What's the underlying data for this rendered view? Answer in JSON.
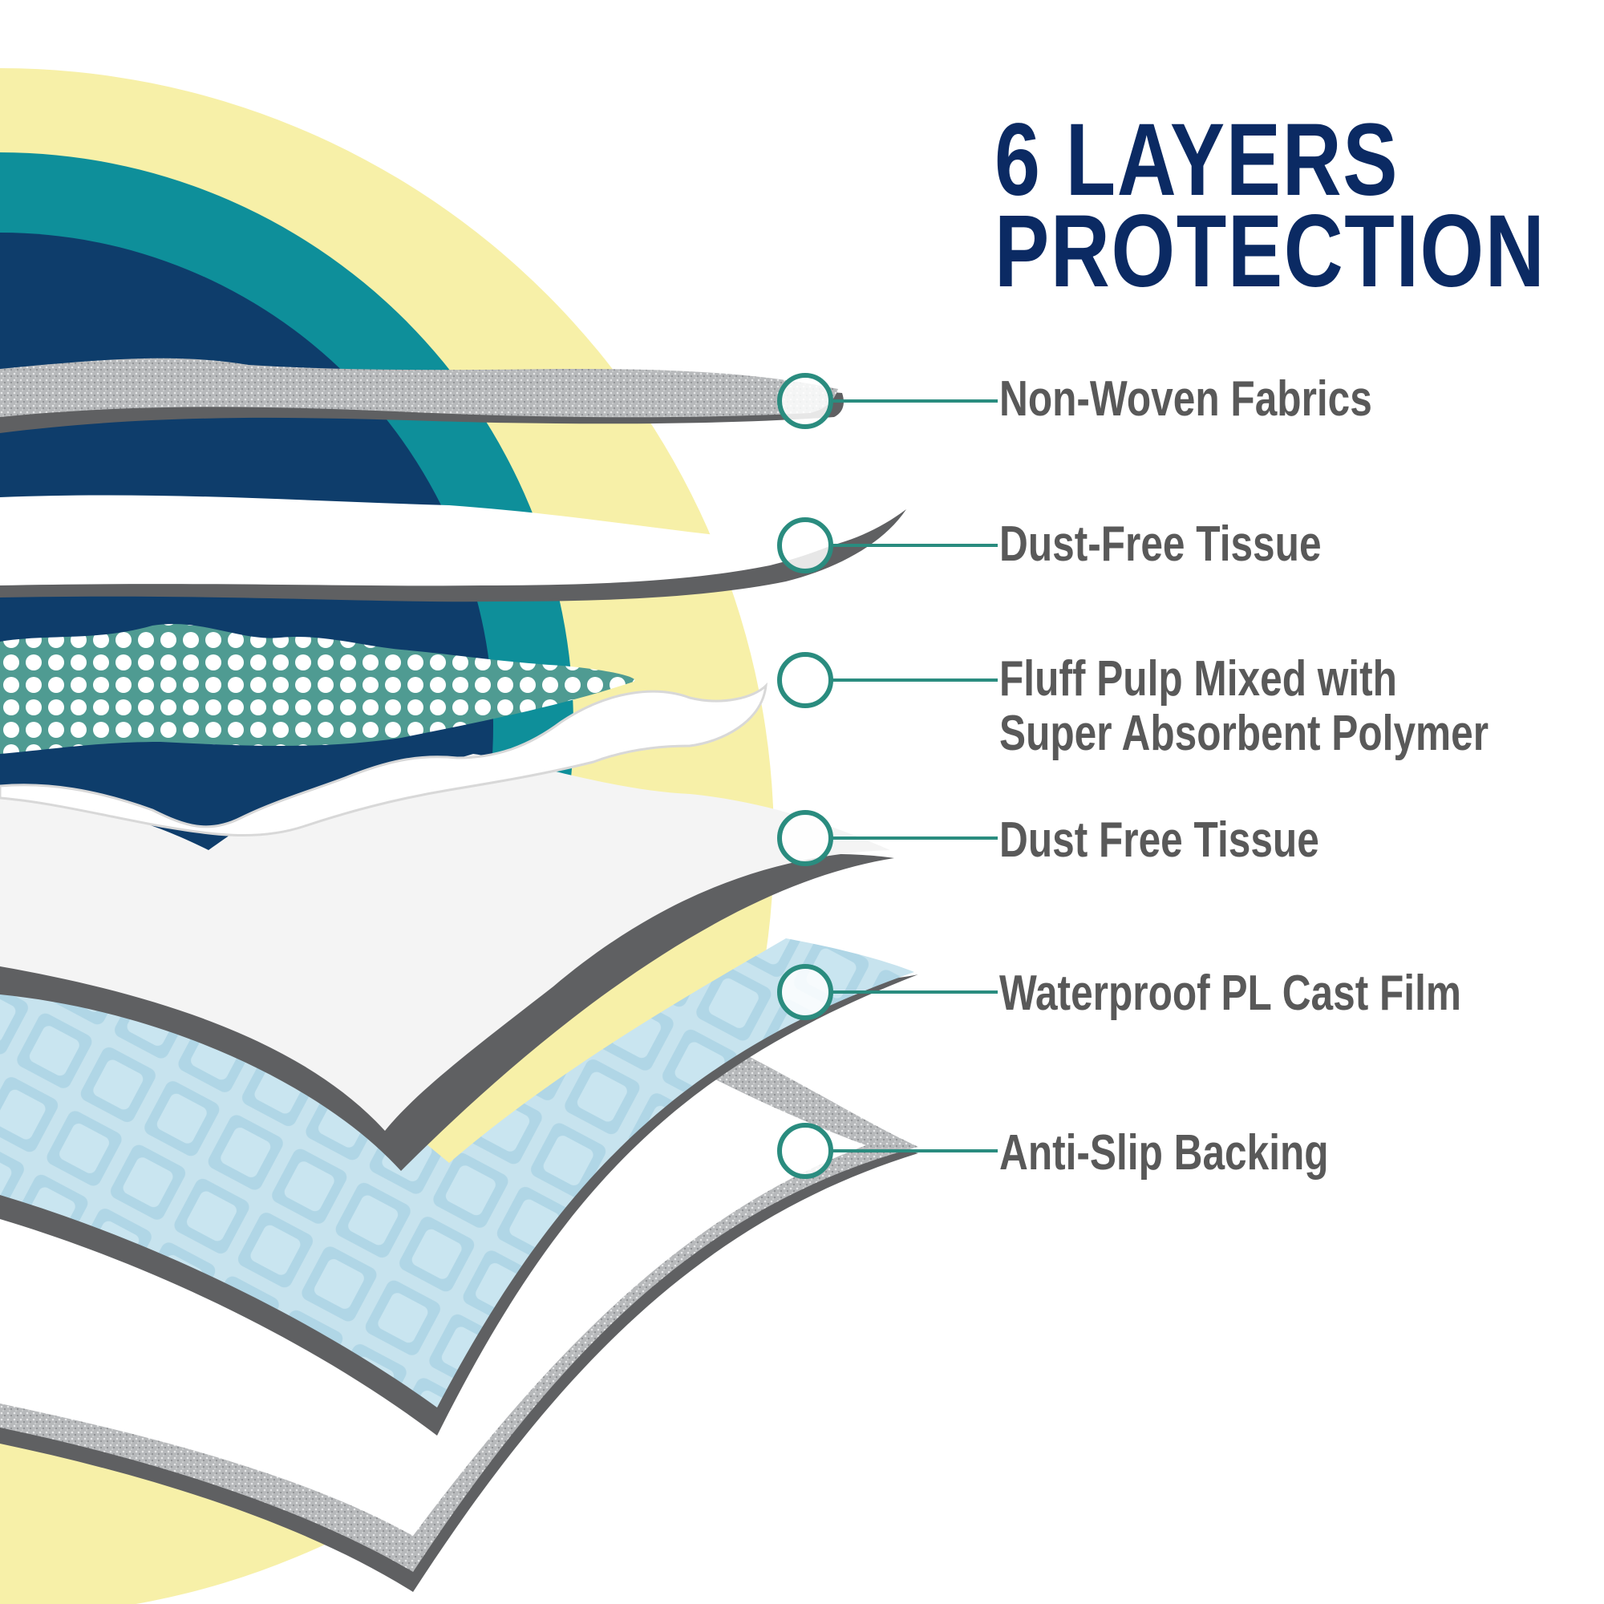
{
  "title": {
    "line1": "6 LAYERS",
    "line2": "PROTECTION"
  },
  "layers": [
    {
      "label_lines": [
        "Non-Woven Fabrics"
      ]
    },
    {
      "label_lines": [
        "Dust-Free Tissue"
      ]
    },
    {
      "label_lines": [
        "Fluff Pulp Mixed with",
        "Super Absorbent Polymer"
      ]
    },
    {
      "label_lines": [
        "Dust Free Tissue"
      ]
    },
    {
      "label_lines": [
        "Waterproof PL Cast Film"
      ]
    },
    {
      "label_lines": [
        "Anti-Slip Backing"
      ]
    }
  ],
  "colors": {
    "title": "#0b2a63",
    "label": "#595959",
    "callout": "#2a8c7f",
    "sun": "#f7f0a8",
    "teal_ring": "#0e8f9a",
    "navy_ring": "#0e3d6b"
  }
}
